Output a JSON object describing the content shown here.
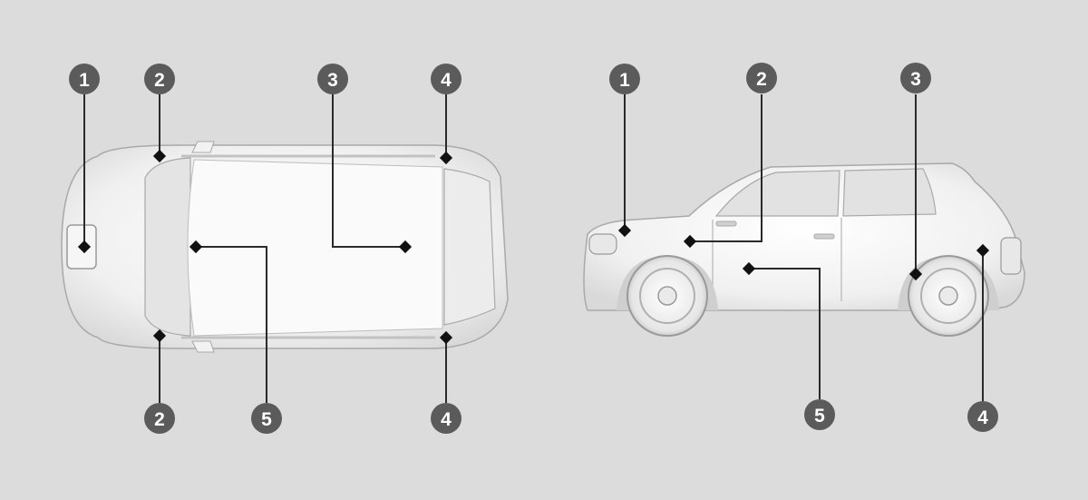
{
  "diagram": {
    "colors": {
      "background": "#dcdcdc",
      "badge": "#5b5b5b",
      "badge_text": "#ffffff",
      "leader_line": "#2a2a2a",
      "car_body": "#f4f4f4",
      "car_outline": "#a9a9a9"
    },
    "top_view": {
      "callouts": [
        "1",
        "2",
        "3",
        "4",
        "2",
        "5",
        "4"
      ]
    },
    "side_view": {
      "callouts": [
        "1",
        "2",
        "3",
        "5",
        "4"
      ]
    }
  }
}
